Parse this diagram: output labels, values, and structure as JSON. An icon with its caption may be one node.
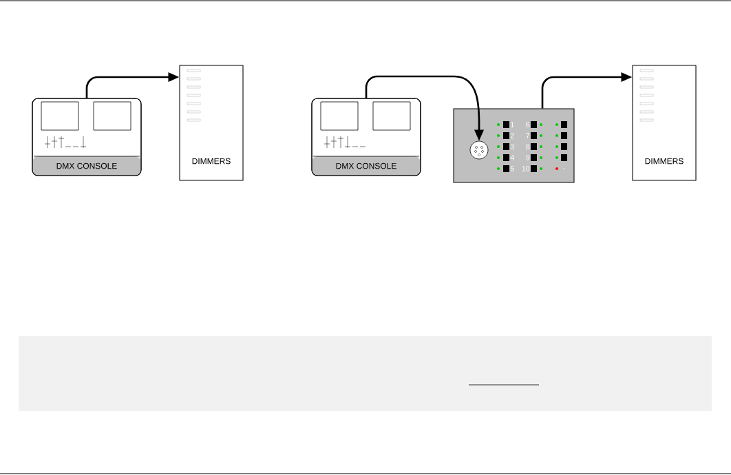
{
  "diagram": {
    "nodes": [
      {
        "text": [
          "DMX CONSOLE"
        ]
      },
      {
        "text": [
          "DIMMERS"
        ]
      },
      {
        "text": [
          "DMX CONSOLE"
        ]
      },
      {
        "text": [
          "1",
          "2",
          "3",
          "4",
          "5",
          "6",
          "7",
          "8",
          "9",
          "10"
        ]
      },
      {
        "text": [],
        "shape": "circle",
        "in": 3
      },
      {
        "text": [
          "DIMMERS"
        ]
      }
    ],
    "edges": [
      {
        "from": 0,
        "to": 1,
        "arrow": "to"
      },
      {
        "from": 2,
        "to": 4,
        "arrow": "to"
      },
      {
        "from": 3,
        "to": 5,
        "arrow": "to"
      }
    ]
  }
}
